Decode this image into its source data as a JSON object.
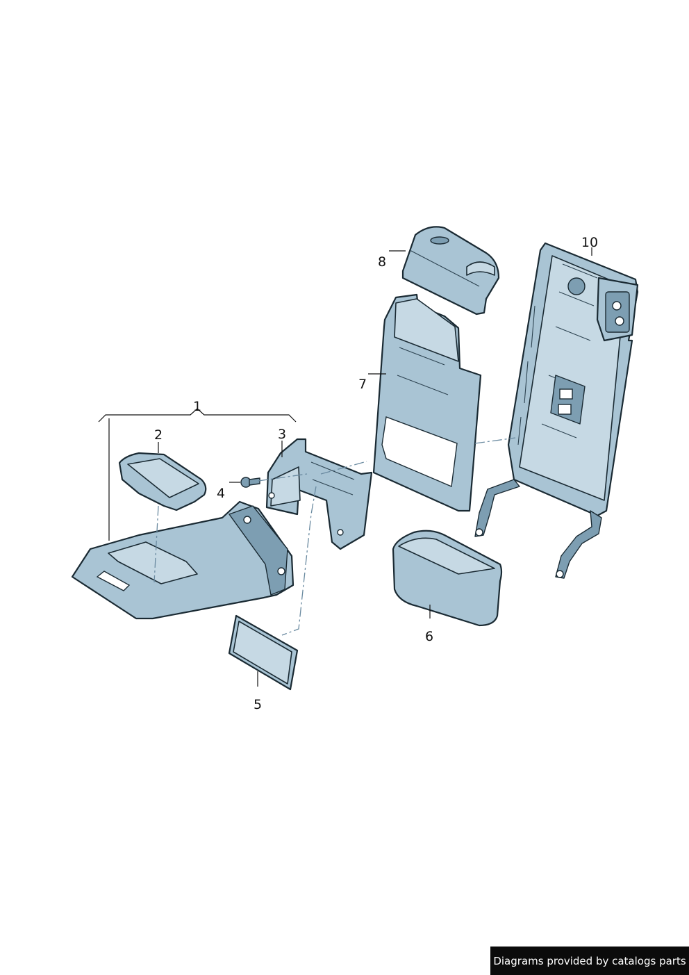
{
  "callouts": [
    {
      "id": "1",
      "text": "1"
    },
    {
      "id": "2",
      "text": "2"
    },
    {
      "id": "3",
      "text": "3"
    },
    {
      "id": "4",
      "text": "4"
    },
    {
      "id": "5",
      "text": "5"
    },
    {
      "id": "6",
      "text": "6"
    },
    {
      "id": "7",
      "text": "7"
    },
    {
      "id": "8",
      "text": "8"
    },
    {
      "id": "10",
      "text": "10"
    }
  ],
  "colors": {
    "part_fill": "#a9c4d4",
    "part_outline": "#1a2a33",
    "watermark_background": "#0b0b0b",
    "watermark_text": "#ffffff"
  },
  "watermark": {
    "text": "Diagrams provided by catalogs parts"
  }
}
